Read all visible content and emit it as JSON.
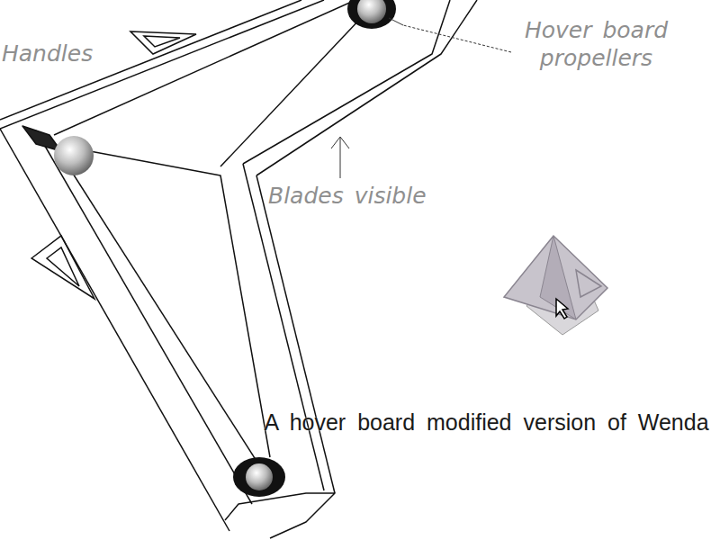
{
  "diagram": {
    "caption": "A hover board modified version of Wenda",
    "labels": [
      "Handles",
      "Hover board propellers",
      "Blades visible"
    ]
  }
}
